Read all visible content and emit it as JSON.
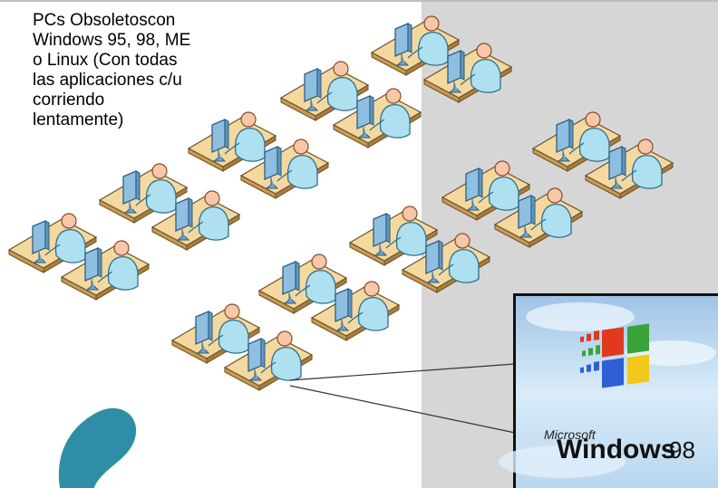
{
  "caption": {
    "text": "PCs Obsoletoscon\nWindows 95, 98, ME\no Linux (Con todas\nlas aplicaciones c/u\ncorriendo\nlentamente)"
  },
  "windows_logo": {
    "brand_small": "Microsoft",
    "brand_large": "Windows",
    "version": "98"
  },
  "colors": {
    "background_panel": "#d6d6d6",
    "desk_top": "#f3d9a0",
    "desk_edge": "#8a6a3a",
    "monitor": "#8fbfe0",
    "person_body": "#aee0f0",
    "person_head": "#f6c7a8",
    "teal_shape": "#2f8ea6",
    "flag_red": "#e03a1e",
    "flag_green": "#3aa33a",
    "flag_blue": "#2f5fd4",
    "flag_yellow": "#f2c81a",
    "sky": "#b8d6ef"
  },
  "icons": [
    "workstation-icon",
    "windows-flag-icon"
  ]
}
